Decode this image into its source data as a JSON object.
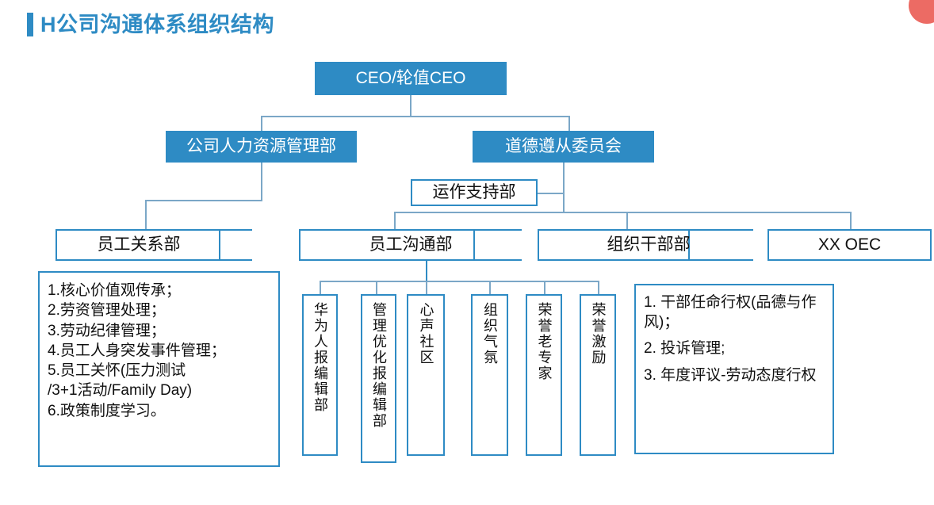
{
  "slide": {
    "title": "H公司沟通体系组织结构",
    "accent_color": "#2E8BC4",
    "corner_dot_color": "#EC6B64",
    "background": "#ffffff"
  },
  "nodes": {
    "ceo": "CEO/轮值CEO",
    "hr_dept": "公司人力资源管理部",
    "ethics_committee": "道德遵从委员会",
    "ops_support": "运作支持部",
    "employee_relations": "员工关系部",
    "employee_communication": "员工沟通部",
    "org_cadre": "组织干部部",
    "xx_oec": "XX OEC"
  },
  "communication_children": [
    {
      "label": "华为人报编辑部"
    },
    {
      "label": "管理优化报编辑部"
    },
    {
      "label": "心声社区"
    },
    {
      "label": "组织气氛"
    },
    {
      "label": "荣誉老专家"
    },
    {
      "label": "荣誉激励"
    }
  ],
  "detail_left": {
    "items": [
      "1.核心价值观传承；",
      "2.劳资管理处理；",
      "3.劳动纪律管理；",
      "4.员工人身突发事件管理；",
      "5.员工关怀(压力测试\n/3+1活动/Family Day)",
      "6.政策制度学习。"
    ]
  },
  "detail_right": {
    "items": [
      "1. 干部任命行权(品德与作风)；",
      "2. 投诉管理;",
      "3. 年度评议-劳动态度行权"
    ]
  }
}
